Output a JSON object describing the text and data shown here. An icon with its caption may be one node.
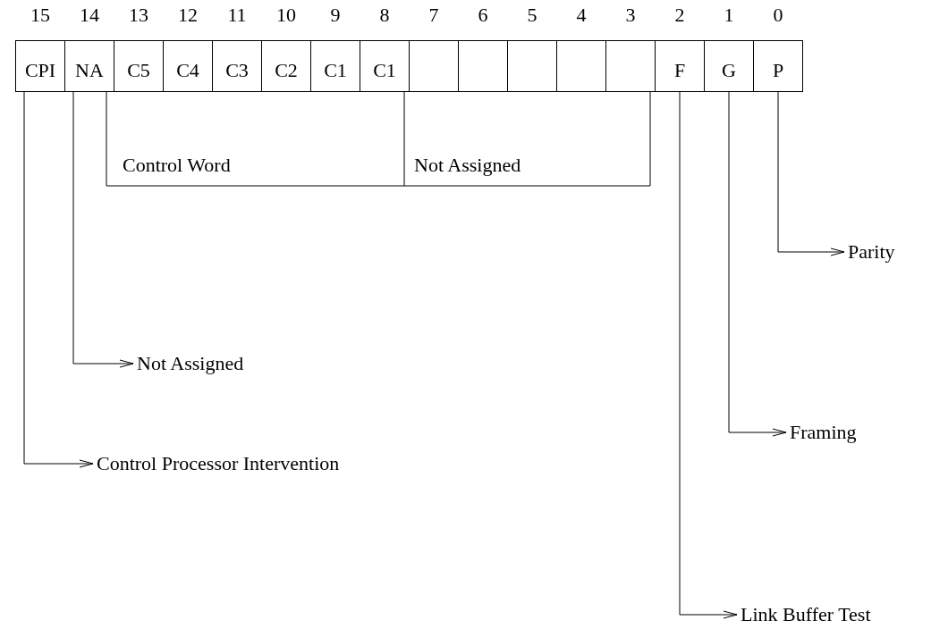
{
  "diagram": {
    "nodes": [
      {
        "text": [
          "CPI"
        ],
        "beside": [
          "15"
        ]
      },
      {
        "text": [
          "NA"
        ],
        "beside": [
          "14"
        ]
      },
      {
        "text": [
          "C5"
        ],
        "beside": [
          "13"
        ]
      },
      {
        "text": [
          "C4"
        ],
        "beside": [
          "12"
        ]
      },
      {
        "text": [
          "C3"
        ],
        "beside": [
          "11"
        ]
      },
      {
        "text": [
          "C2"
        ],
        "beside": [
          "10"
        ]
      },
      {
        "text": [
          "C1"
        ],
        "beside": [
          "9"
        ]
      },
      {
        "text": [
          "C1"
        ],
        "beside": [
          "8"
        ]
      },
      {
        "text": [],
        "shape": "box",
        "beside": [
          "7"
        ]
      },
      {
        "text": [],
        "shape": "box",
        "beside": [
          "6"
        ]
      },
      {
        "text": [],
        "shape": "box",
        "beside": [
          "5"
        ]
      },
      {
        "text": [],
        "shape": "box",
        "beside": [
          "4"
        ]
      },
      {
        "text": [],
        "shape": "box",
        "beside": [
          "3"
        ]
      },
      {
        "text": [
          "F"
        ],
        "beside": [
          "2"
        ]
      },
      {
        "text": [
          "G"
        ],
        "beside": [
          "1"
        ]
      },
      {
        "text": [
          "P"
        ],
        "beside": [
          "0"
        ]
      },
      {
        "text": [
          "Parity"
        ]
      },
      {
        "text": [
          "Not Assigned"
        ]
      },
      {
        "text": [
          "Framing"
        ]
      },
      {
        "text": [
          "Control Processor Intervention"
        ]
      },
      {
        "text": [
          "Link Buffer Test"
        ]
      }
    ],
    "edges": [
      {
        "from": 0,
        "to": 19,
        "arrow": "to"
      },
      {
        "from": 1,
        "to": 17,
        "arrow": "to"
      },
      {
        "from": 13,
        "to": 20,
        "arrow": "to"
      },
      {
        "from": 14,
        "to": 18,
        "arrow": "to"
      },
      {
        "from": 15,
        "to": 16,
        "arrow": "to"
      }
    ],
    "labels": [
      "Control Word",
      "Not Assigned"
    ]
  }
}
